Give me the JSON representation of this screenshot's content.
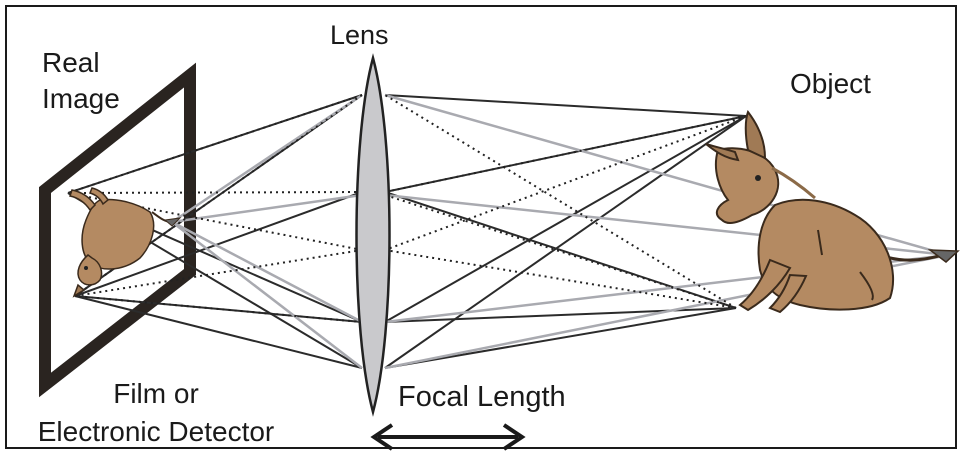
{
  "labels": {
    "lens": "Lens",
    "object": "Object",
    "real_image": [
      "Real",
      "Image"
    ],
    "detector": [
      "Film or",
      "Electronic Detector"
    ],
    "focal_length": "Focal Length"
  },
  "colors": {
    "border": "#1a1a1a",
    "solid_ray": "#2b2b2b",
    "dotted_ray": "#222222",
    "grey_ray": "#a9aab0",
    "lens_fill": "#c9c9cc",
    "donkey_body": "#b48a62",
    "donkey_outline": "#3a2a1c"
  },
  "icons": {
    "lens": "biconvex-lens-icon",
    "object": "donkey-icon",
    "image": "inverted-donkey-icon",
    "detector": "film-frame-icon",
    "focal_arrow": "double-headed-arrow-icon"
  }
}
